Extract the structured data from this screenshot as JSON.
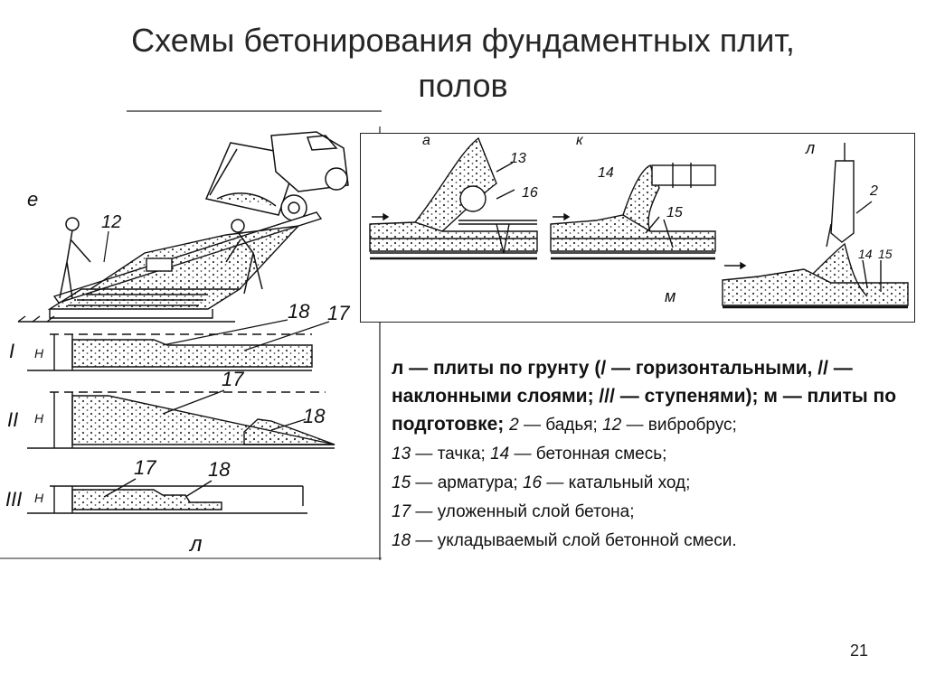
{
  "slide": {
    "title_line1": "Схемы бетонирования фундаментных плит,",
    "title_line2": "полов",
    "page_number": "21"
  },
  "figure_left": {
    "letter_top": "е",
    "label_12": "12",
    "label_18a": "18",
    "label_17a": "17",
    "label_17b": "17",
    "label_18b": "18",
    "label_17c": "17",
    "label_18c": "18",
    "row_I": "I",
    "row_II": "II",
    "row_III": "III",
    "h_label": "H",
    "letter_bottom": "л"
  },
  "figure_right": {
    "letter_a": "а",
    "letter_k": "к",
    "letter_l": "л",
    "label_13": "13",
    "label_16": "16",
    "label_14a": "14",
    "label_15a": "15",
    "label_2": "2",
    "label_14b": "14",
    "label_15b": "15",
    "letter_m": "м"
  },
  "caption": {
    "bold_1": "л — плиты по грунту (/ — горизонтальными, // — наклонными слоями; /// — ступенями); м — плиты по подготовке;",
    "n2": "2",
    "t2": " — бадья; ",
    "n12": "12",
    "t12": " — вибробрус;",
    "n13": "13",
    "t13": " — тачка; ",
    "n14": "14",
    "t14": " — бетонная смесь;",
    "n15": "15",
    "t15": " — арматура; ",
    "n16": "16",
    "t16": " — катальный ход;",
    "n17": "17",
    "t17": " — уложенный слой бетона;",
    "n18": "18",
    "t18": " — укладываемый слой бетонной смеси."
  }
}
